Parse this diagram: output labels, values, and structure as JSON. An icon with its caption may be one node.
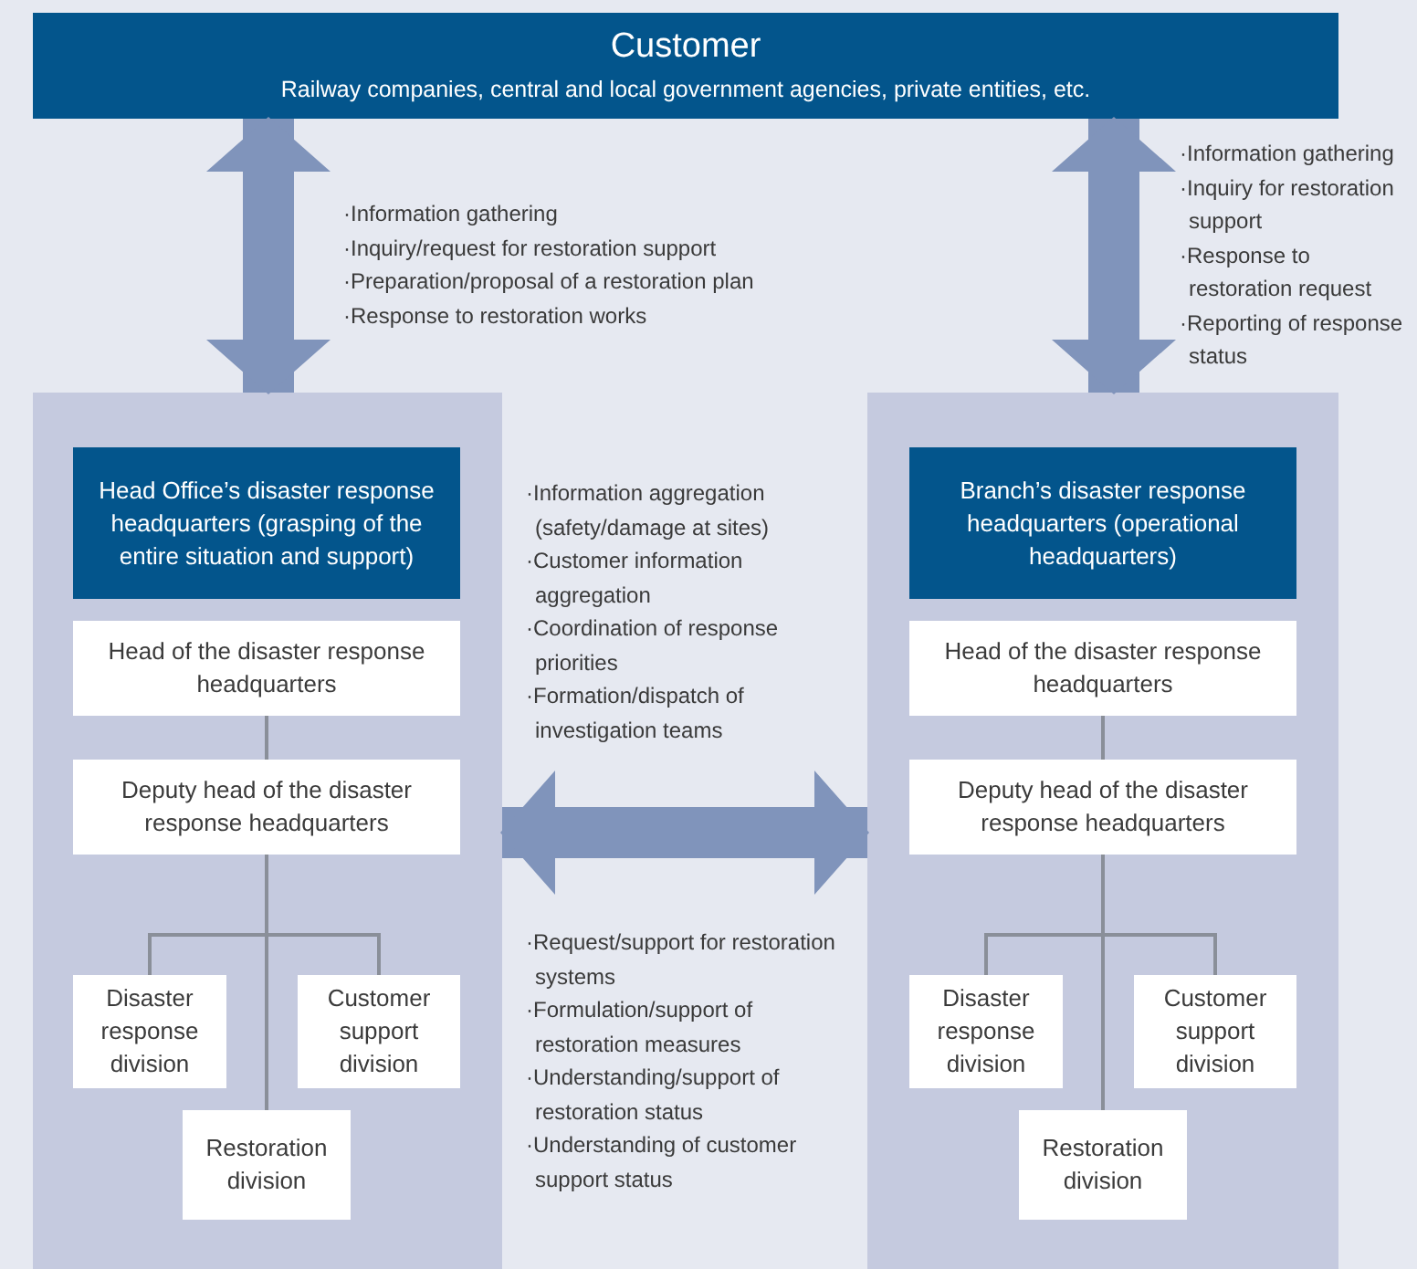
{
  "diagram": {
    "nodes": [
      {
        "text": [
          "Customer",
          "Railway companies, central and local government agencies, private entities, etc."
        ]
      },
      {
        "text": [],
        "shape": "box"
      },
      {
        "text": [
          "Head Office’s disaster response headquarters (grasping of the entire situation and support)"
        ],
        "in": 1
      },
      {
        "text": [
          "Head of the disaster response headquarters"
        ],
        "in": 1
      },
      {
        "text": [
          "Deputy head of the disaster response headquarters"
        ],
        "in": 1
      },
      {
        "text": [
          "Disaster response division"
        ],
        "in": 1
      },
      {
        "text": [
          "Customer support division"
        ],
        "in": 1
      },
      {
        "text": [
          "Restoration division"
        ],
        "in": 1
      },
      {
        "text": [],
        "shape": "box"
      },
      {
        "text": [
          "Branch’s disaster response headquarters (operational headquarters)"
        ],
        "in": 8
      },
      {
        "text": [
          "Head of the disaster response headquarters"
        ],
        "in": 8
      },
      {
        "text": [
          "Deputy head of the disaster response headquarters"
        ],
        "in": 8
      },
      {
        "text": [
          "Disaster response division"
        ],
        "in": 8
      },
      {
        "text": [
          "Customer support division"
        ],
        "in": 8
      },
      {
        "text": [
          "Restoration division"
        ],
        "in": 8
      }
    ],
    "edges": [
      {
        "from": 0,
        "to": 1,
        "arrow": "both",
        "style": "thick",
        "color": "#8094bb"
      },
      {
        "from": 0,
        "to": 8,
        "arrow": "both",
        "style": "thick",
        "color": "#8094bb"
      },
      {
        "from": 1,
        "to": 8,
        "arrow": "both",
        "style": "thick",
        "color": "#8094bb"
      },
      {
        "from": 3,
        "to": 4,
        "arrow": "none"
      },
      {
        "from": 4,
        "to": 5,
        "arrow": "none"
      },
      {
        "from": 4,
        "to": 6,
        "arrow": "none"
      },
      {
        "from": 4,
        "to": 7,
        "arrow": "none"
      },
      {
        "from": 10,
        "to": 11,
        "arrow": "none"
      },
      {
        "from": 11,
        "to": 12,
        "arrow": "none"
      },
      {
        "from": 11,
        "to": 13,
        "arrow": "none"
      },
      {
        "from": 11,
        "to": 14,
        "arrow": "none"
      }
    ],
    "labels": [
      "·Information gathering",
      "·Inquiry/request for restoration support",
      "·Preparation/proposal of a restoration plan",
      "·Response to restoration works",
      "·Information gathering",
      "·Inquiry for restoration support",
      "·Response to restoration request",
      "·Reporting of response status",
      "·Information aggregation (safety/damage at sites)",
      "·Customer information aggregation",
      "·Coordination of response priorities",
      "·Formation/dispatch of investigation teams",
      "·Request/support for restoration systems",
      "·Formulation/support of restoration measures",
      "·Understanding/support of restoration status",
      "·Understanding of customer support status"
    ]
  }
}
